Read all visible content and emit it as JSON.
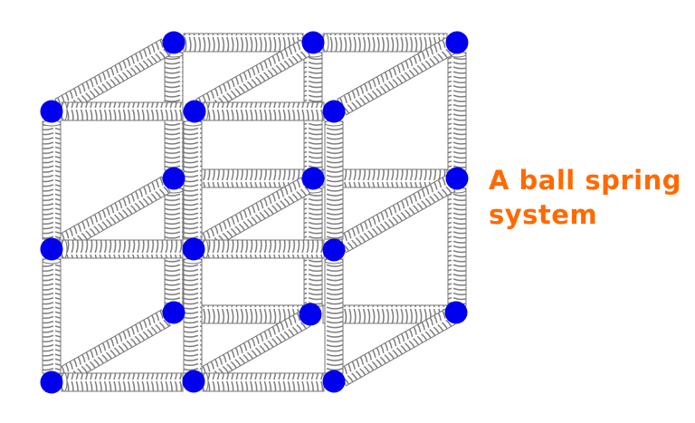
{
  "caption": {
    "line1": "A ball spring",
    "line2": "system",
    "color": "#ff6a00"
  },
  "diagram": {
    "type": "3D ball-and-spring lattice (2x2x2 cubic cells)",
    "ball_color": "#0000ee",
    "spring_color": "#808080",
    "front_grid": {
      "x": [
        57,
        213,
        369
      ],
      "y": [
        123,
        275,
        422
      ]
    },
    "back_grid": {
      "x": [
        192,
        346,
        505
      ],
      "y": [
        47,
        197,
        347
      ]
    },
    "ball_count": 18
  }
}
